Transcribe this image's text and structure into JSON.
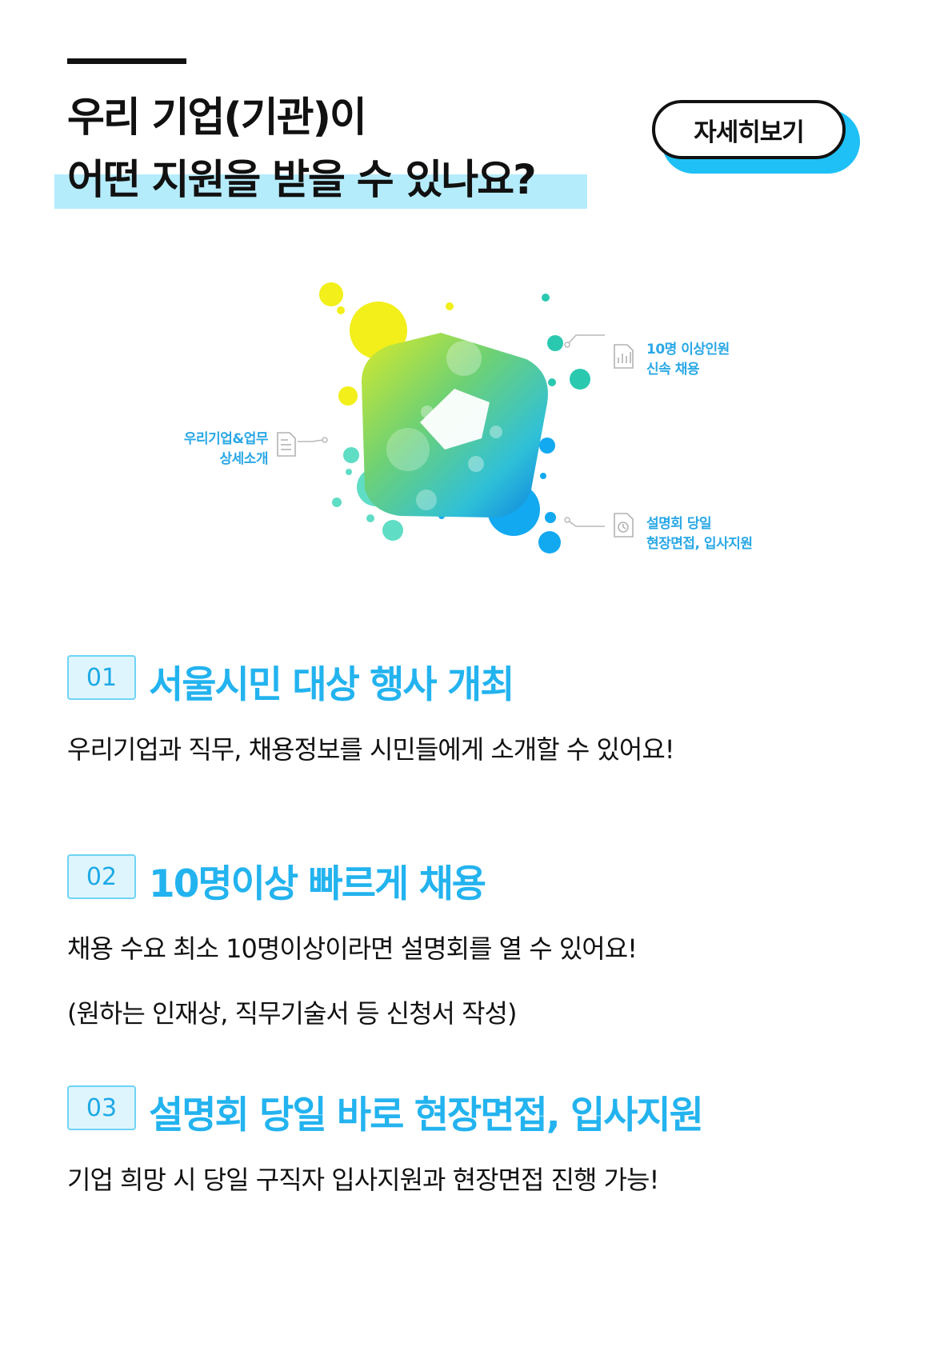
{
  "header": {
    "title_line1": "우리 기업(기관)이",
    "title_line2": "어떤 지원을 받을 수 있나요?",
    "detail_button": "자세히보기"
  },
  "figure": {
    "label_left_line1": "우리기업&업무",
    "label_left_line2": "상세소개",
    "label_top_line1": "10명 이상인원",
    "label_top_line2": "신속 채용",
    "label_bottom_line1": "설명회 당일",
    "label_bottom_line2": "현장면접, 입사지원",
    "icons": [
      "document-icon",
      "chart-document-icon",
      "clock-document-icon"
    ]
  },
  "sections": [
    {
      "number": "01",
      "title": "서울시민 대상 행사 개최",
      "lines": [
        "우리기업과 직무, 채용정보를 시민들에게 소개할 수 있어요!"
      ]
    },
    {
      "number": "02",
      "title": "10명이상 빠르게 채용",
      "lines": [
        "채용 수요 최소 10명이상이라면 설명회를 열 수 있어요!",
        "(원하는 인재상, 직무기술서 등 신청서 작성)"
      ]
    },
    {
      "number": "03",
      "title": "설명회 당일 바로 현장면접, 입사지원",
      "lines": [
        "기업 희망 시 당일 구직자 입사지원과 현장면접 진행 가능!"
      ]
    }
  ],
  "colors": {
    "accent": "#23b3ef",
    "highlight": "#b5ecfb",
    "button_shadow": "#1ec0f6",
    "badge_border": "#6fd4f6",
    "yellow": "#f2ef1a",
    "teal": "#2bc8b0",
    "blue": "#12a9f0"
  }
}
